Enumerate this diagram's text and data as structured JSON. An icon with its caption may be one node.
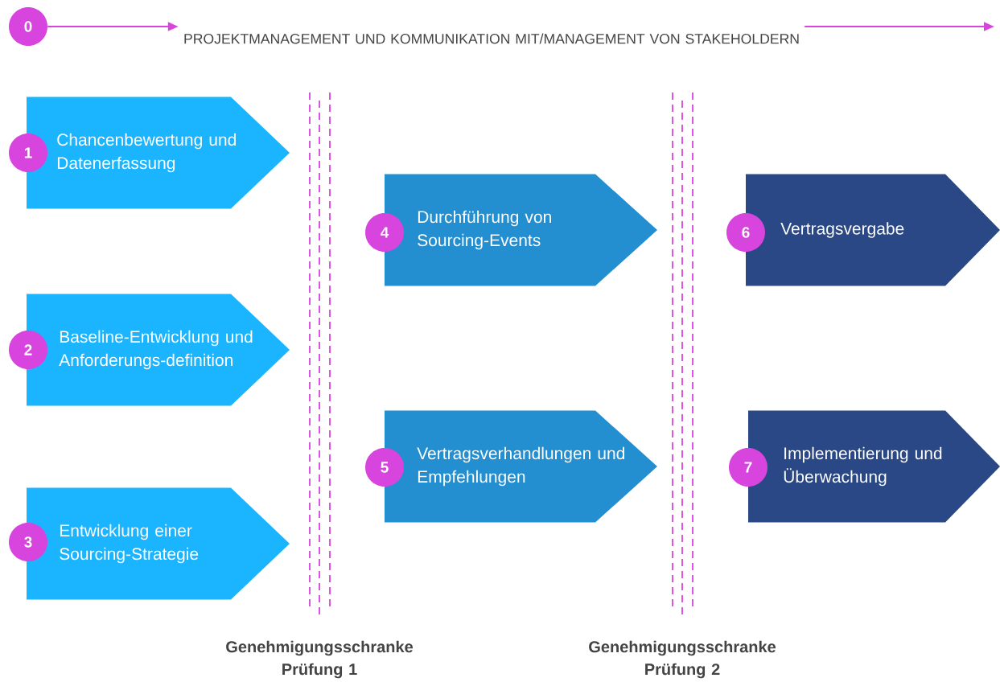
{
  "diagram": {
    "nodes": [
      {
        "text": [
          "0"
        ]
      },
      {
        "text": [
          "PROJEKTMANAGEMENT UND KOMMUNIKATION MIT/MANAGEMENT VON STAKEHOLDERN"
        ]
      },
      {
        "text": [
          "1"
        ]
      },
      {
        "text": [
          "Chancenbewertung und Datenerfassung"
        ]
      },
      {
        "text": [
          "2"
        ]
      },
      {
        "text": [
          "Baseline-Entwicklung und Anforderungs-definition"
        ]
      },
      {
        "text": [
          "3"
        ]
      },
      {
        "text": [
          "Entwicklung einer Sourcing-Strategie"
        ]
      },
      {
        "text": [
          "4"
        ]
      },
      {
        "text": [
          "Durchführung von Sourcing-Events"
        ]
      },
      {
        "text": [
          "5"
        ]
      },
      {
        "text": [
          "Vertragsverhandlungen und Empfehlungen"
        ]
      },
      {
        "text": [
          "6"
        ]
      },
      {
        "text": [
          "Vertragsvergabe"
        ]
      },
      {
        "text": [
          "7"
        ]
      },
      {
        "text": [
          "Implementierung und Überwachung"
        ]
      }
    ],
    "edges": [
      {
        "from": 0,
        "to": 1,
        "arrow": "to"
      },
      {
        "from": 1,
        "to": null,
        "arrow": "to"
      }
    ],
    "labels": [
      "Genehmigungsschranke Prüfung 1",
      "Genehmigungsschranke Prüfung 2"
    ]
  }
}
